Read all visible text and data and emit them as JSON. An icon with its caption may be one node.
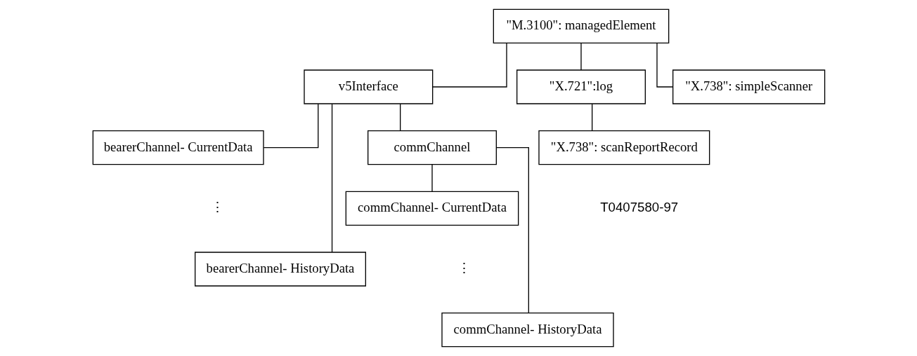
{
  "diagram": {
    "nodes": [
      {
        "text": [
          "\"M.3100\": managedElement"
        ]
      },
      {
        "text": [
          "v5Interface"
        ]
      },
      {
        "text": [
          "\"X.721\":log"
        ]
      },
      {
        "text": [
          "\"X.738\": simpleScanner"
        ]
      },
      {
        "text": [
          "bearerChannel- CurrentData"
        ]
      },
      {
        "text": [
          "bearerChannel- HistoryData"
        ]
      },
      {
        "text": [
          "commChannel"
        ]
      },
      {
        "text": [
          "\"X.738\": scanReportRecord"
        ]
      },
      {
        "text": [
          "commChannel- CurrentData"
        ]
      },
      {
        "text": [
          "commChannel- HistoryData"
        ]
      }
    ],
    "edges": [
      {
        "from": 0,
        "to": 1,
        "arrow": "none"
      },
      {
        "from": 0,
        "to": 2,
        "arrow": "none"
      },
      {
        "from": 0,
        "to": 3,
        "arrow": "none"
      },
      {
        "from": 1,
        "to": 4,
        "arrow": "none"
      },
      {
        "from": 1,
        "to": 5,
        "arrow": "none"
      },
      {
        "from": 1,
        "to": 6,
        "arrow": "none"
      },
      {
        "from": 2,
        "to": 7,
        "arrow": "none"
      },
      {
        "from": 6,
        "to": 8,
        "arrow": "none"
      },
      {
        "from": 6,
        "to": 9,
        "arrow": "none"
      }
    ],
    "labels": [
      "⋮",
      "⋮",
      "T0407580-97"
    ]
  }
}
